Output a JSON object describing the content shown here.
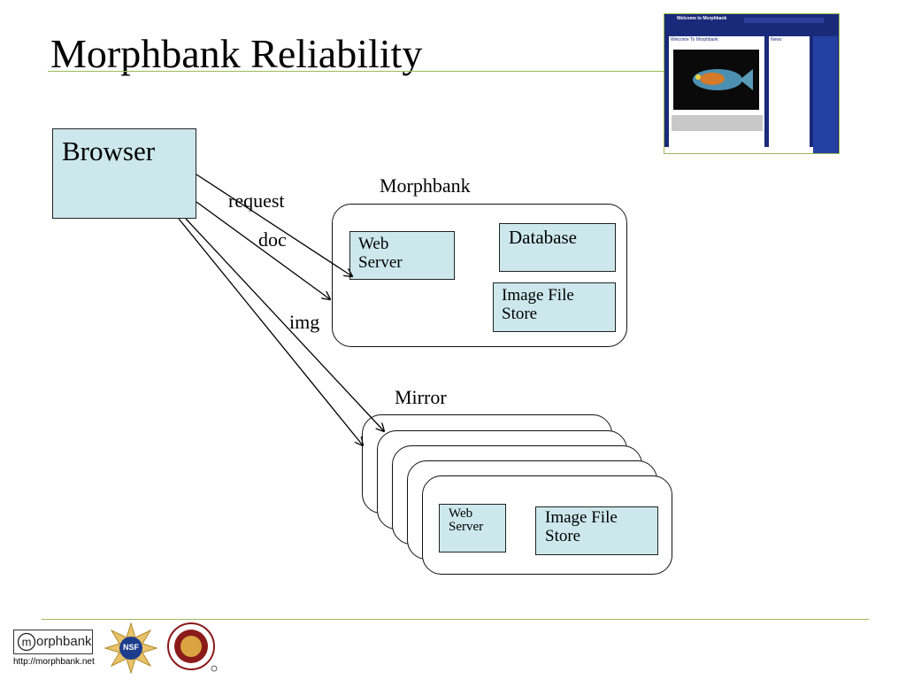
{
  "title": "Morphbank Reliability",
  "browser": "Browser",
  "morphbank": {
    "label": "Morphbank",
    "web_server": [
      "Web",
      "Server"
    ],
    "database": "Database",
    "image_store": [
      "Image File",
      "Store"
    ]
  },
  "mirror": {
    "label": "Mirror",
    "web_server": [
      "Web",
      "Server"
    ],
    "image_store": [
      "Image File",
      "Store"
    ]
  },
  "arrows": {
    "request": "request",
    "doc": "doc",
    "img": "img"
  },
  "footer": {
    "logo_text": "orphbank",
    "url": "http://morphbank.net",
    "nsf": "NSF"
  },
  "thumbnail": {
    "header": "Welcome to Morphbank",
    "panel_title": "Welcome To Morphbank",
    "news": "News"
  },
  "colors": {
    "box_fill": "#cce8ec",
    "rule": "#9bbb59"
  }
}
